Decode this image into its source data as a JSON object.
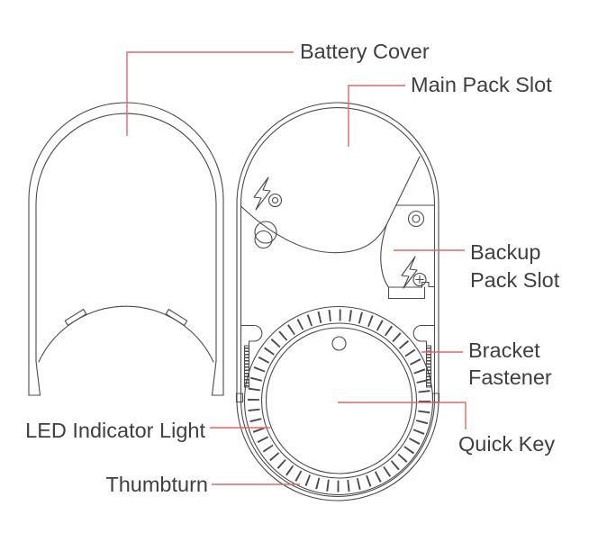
{
  "meta": {
    "description": "Exploded line diagram of a smart lock interior: battery cover beside lock body with thumbturn",
    "part_count": 7
  },
  "colors": {
    "line": "#4b4b4b",
    "text": "#3f3f3f",
    "leader": "#e06666",
    "bg": "#ffffff"
  },
  "labels": {
    "battery_cover": "Battery Cover",
    "main_pack_slot": "Main Pack Slot",
    "backup_line1": "Backup",
    "backup_line2": "Pack Slot",
    "bracket_line1": "Bracket",
    "bracket_line2": "Fastener",
    "quick_key": "Quick Key",
    "led_indicator": "LED Indicator Light",
    "thumbturn": "Thumbturn"
  },
  "icons": {
    "main_pack": "lightning-bolt-icon",
    "backup_pack": "lightning-bolt-plus-icon",
    "screw": "screw-head-icon"
  }
}
